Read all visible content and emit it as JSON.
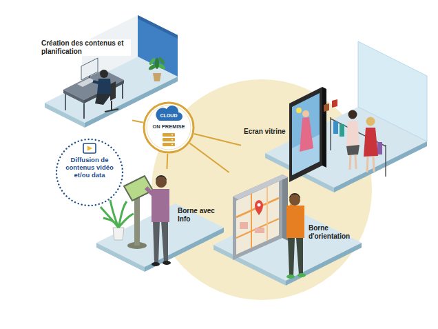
{
  "diagram": {
    "nodes": [
      {
        "text": [
          "Création des contenus et planification"
        ]
      },
      {
        "text": [
          "CLOUD",
          "ON PREMISE"
        ]
      },
      {
        "text": [
          "Diffusion de contenus vidéo et/ou data"
        ]
      },
      {
        "text": [
          "Ecran vitrine"
        ]
      },
      {
        "text": [
          "Borne avec Info"
        ]
      },
      {
        "text": [
          "Borne d'orientation"
        ]
      }
    ],
    "edges": [
      {
        "from": 1,
        "to": 0,
        "arrow": "none"
      },
      {
        "from": 1,
        "to": 3,
        "arrow": "none"
      },
      {
        "from": 1,
        "to": 4,
        "arrow": "none"
      },
      {
        "from": 1,
        "to": 5,
        "arrow": "none"
      }
    ]
  }
}
